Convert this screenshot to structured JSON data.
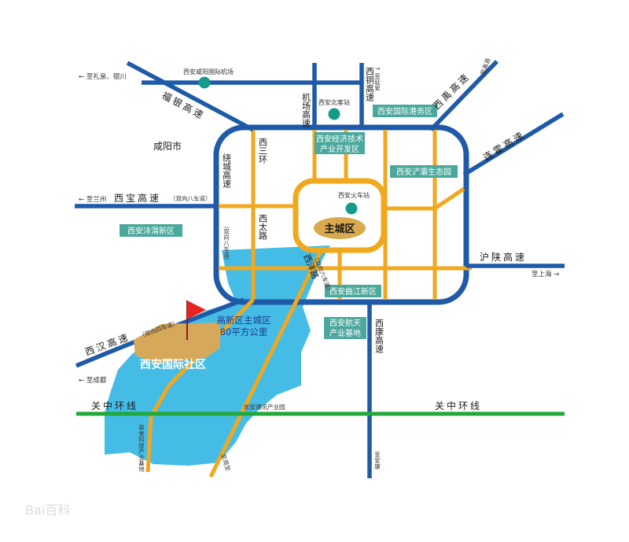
{
  "map": {
    "city_label": "咸阳市",
    "main_district": "主城区",
    "community": "西安国际社区",
    "gaoxin_line1": "高新区主城区",
    "gaoxin_line2": "80平方公里",
    "watermark": "Bai百科"
  },
  "stations": {
    "airport": "西安咸阳国际机场",
    "north_station": "西安北客站",
    "railway_station": "西安火车站"
  },
  "badges": {
    "port": "西安国际港务区",
    "econ_line1": "西安经济技术",
    "econ_line2": "产业开发区",
    "chanba": "西安浐灞生态园",
    "fengwei": "西安沣渭新区",
    "qujiang": "西安曲江新区",
    "aero_line1": "西安航天",
    "aero_line2": "产业基地"
  },
  "highways": {
    "fuyin": "福银高速",
    "jichang": "机场高速",
    "xitong": "西铜高速",
    "xiyu": "西禹高速",
    "lianhuo": "连霍高速",
    "ring": "绕城高速",
    "ring_note": "（双向八车道）",
    "xisan": "西三环",
    "xitai": "西太路",
    "xibao": "西宝高速",
    "xibao_note": "（双向八车道）",
    "hushan": "沪陕高速",
    "xifeng": "西沣路",
    "xifeng_note": "（双向六车道）",
    "xihan": "西汉高速",
    "xihan_note": "（双向四车道）",
    "xikang": "西康高速",
    "guanzhong1": "关中环线",
    "guanzhong2": "关中环线"
  },
  "destinations": {
    "liquan": "← 至礼泉、银川",
    "lanzhou": "← 至兰州",
    "chengdu": "← 至成都",
    "shanghai": "至上海 →",
    "yanan": "↑ 至延安",
    "ankang": "至安康",
    "yuxian": "至禹县",
    "zhouzhi": "至周至",
    "changan_park": "长安通讯产业园",
    "caotang_park": "草堂科技产业基地"
  },
  "colors": {
    "blue_road": "#1e5aa8",
    "orange_road": "#f0a81e",
    "green_road": "#22a83c",
    "water": "#45bce6",
    "badge": "#4aa89c",
    "main_district": "#d9a94d",
    "flag": "#e52321",
    "community": "#d6a859",
    "station_dot": "#159b8a"
  }
}
